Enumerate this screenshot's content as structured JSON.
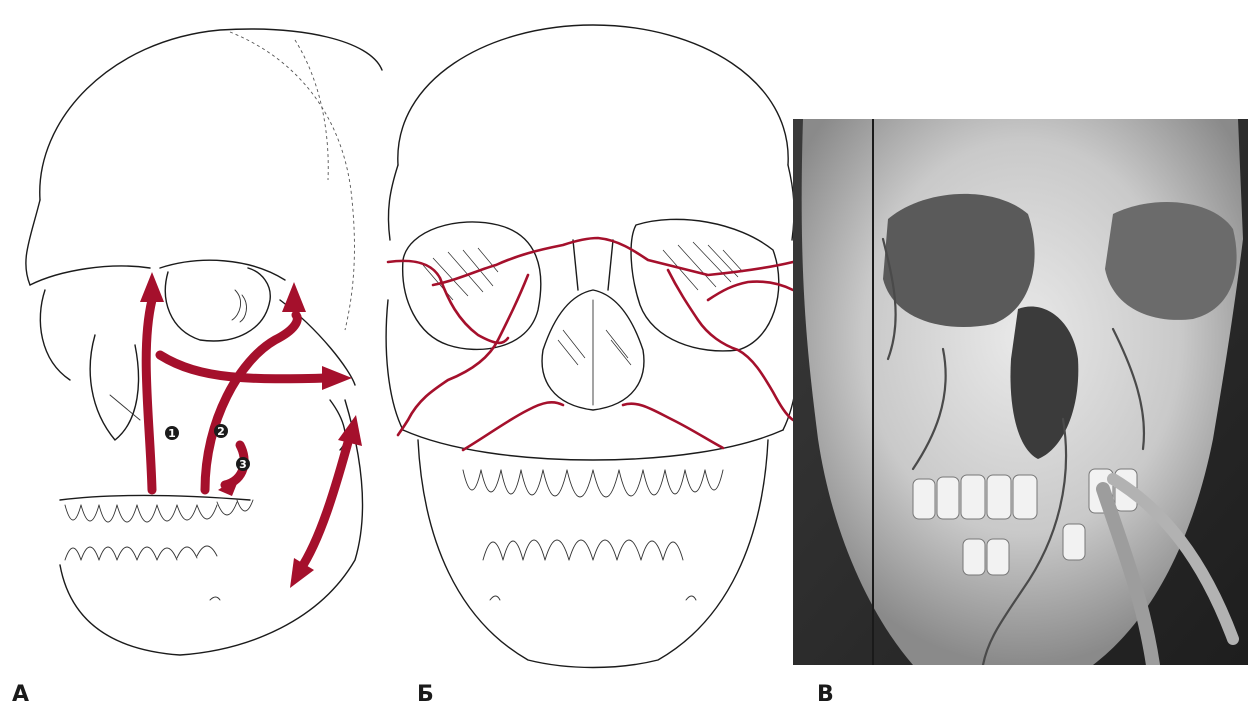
{
  "panels": [
    {
      "label": "А",
      "arrow_numbers": [
        "1",
        "2",
        "3"
      ]
    },
    {
      "label": "Б"
    },
    {
      "label": "В"
    }
  ],
  "colors": {
    "fracture": "#a5102c",
    "outline": "#1b1b1b",
    "ct_background": "#2d2d2d"
  }
}
